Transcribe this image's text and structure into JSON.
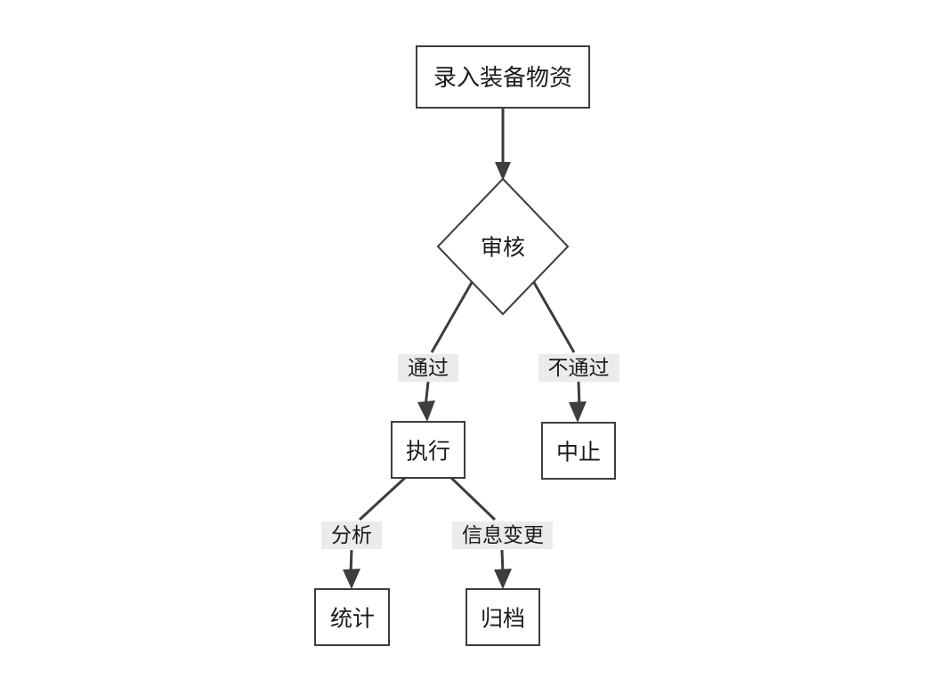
{
  "diagram": {
    "type": "flowchart",
    "background_color": "#ffffff",
    "node_fill": "#ffffff",
    "node_stroke": "#3d3d3d",
    "edge_color": "#3d3d3d",
    "edge_label_background": "#ebebeb",
    "text_color": "#1a1a1a",
    "nodes": [
      {
        "id": "entry",
        "label": "录入装备物资",
        "shape": "rectangle"
      },
      {
        "id": "review",
        "label": "审核",
        "shape": "diamond"
      },
      {
        "id": "execute",
        "label": "执行",
        "shape": "rectangle"
      },
      {
        "id": "abort",
        "label": "中止",
        "shape": "rectangle"
      },
      {
        "id": "stats",
        "label": "统计",
        "shape": "rectangle"
      },
      {
        "id": "archive",
        "label": "归档",
        "shape": "rectangle"
      }
    ],
    "edges": [
      {
        "from": "entry",
        "to": "review",
        "label": ""
      },
      {
        "from": "review",
        "to": "execute",
        "label": "通过"
      },
      {
        "from": "review",
        "to": "abort",
        "label": "不通过"
      },
      {
        "from": "execute",
        "to": "stats",
        "label": "分析"
      },
      {
        "from": "execute",
        "to": "archive",
        "label": "信息变更"
      }
    ]
  }
}
